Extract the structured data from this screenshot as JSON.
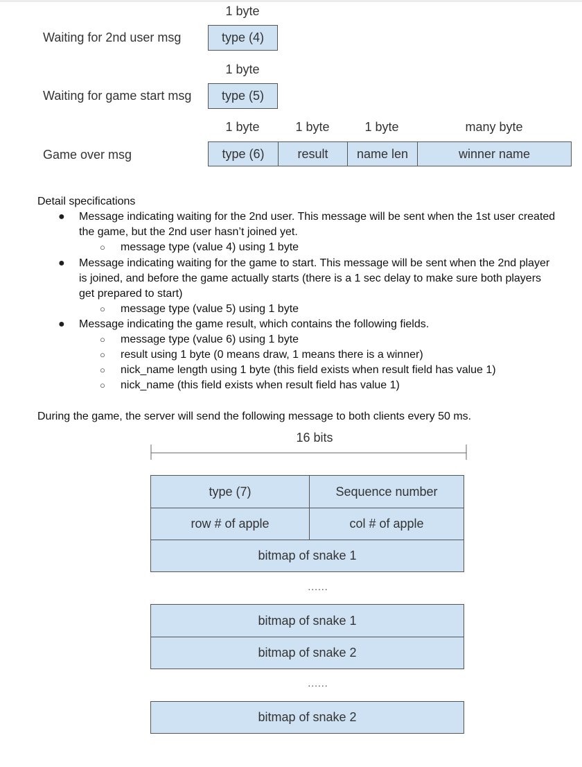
{
  "messages": [
    {
      "label": "Waiting for 2nd user msg",
      "sizes": [
        "1 byte"
      ],
      "fields": [
        "type (4)"
      ]
    },
    {
      "label": "Waiting for game start msg",
      "sizes": [
        "1 byte"
      ],
      "fields": [
        "type (5)"
      ]
    },
    {
      "label": "Game over msg",
      "sizes": [
        "1 byte",
        "1 byte",
        "1 byte",
        "many byte"
      ],
      "fields": [
        "type (6)",
        "result",
        "name len",
        "winner name"
      ]
    }
  ],
  "spec": {
    "heading": "Detail specifications",
    "b1_l1": "Message indicating waiting for the 2nd user. This message will be sent when the 1st user created",
    "b1_l2": "the game, but the 2nd user hasn’t joined yet.",
    "b1_s1": "message type (value 4) using 1 byte",
    "b2_l1": "Message indicating waiting for the game to start. This message will be sent when the 2nd player",
    "b2_l2": "is joined, and before the game actually starts (there is a 1 sec delay to make sure both players",
    "b2_l3": "get prepared to start)",
    "b2_s1": "message type (value 5) using 1 byte",
    "b3_l1": "Message indicating the game result, which contains the following fields.",
    "b3_s1": "message type (value 6) using 1 byte",
    "b3_s2": "result using 1 byte (0 means draw, 1 means there is a winner)",
    "b3_s3": "nick_name length using 1 byte (this field exists when result field has value 1)",
    "b3_s4": "nick_name (this field exists when result field has value 1)"
  },
  "game": {
    "intro": "During the game, the server will send the following message to both clients every 50 ms.",
    "width_label": "16 bits",
    "type_field": "type (7)",
    "seq_field": "Sequence number",
    "row_field": "row # of apple",
    "col_field": "col # of apple",
    "snake1": "bitmap of snake 1",
    "snake2": "bitmap of snake 2",
    "ellipsis": "......"
  }
}
